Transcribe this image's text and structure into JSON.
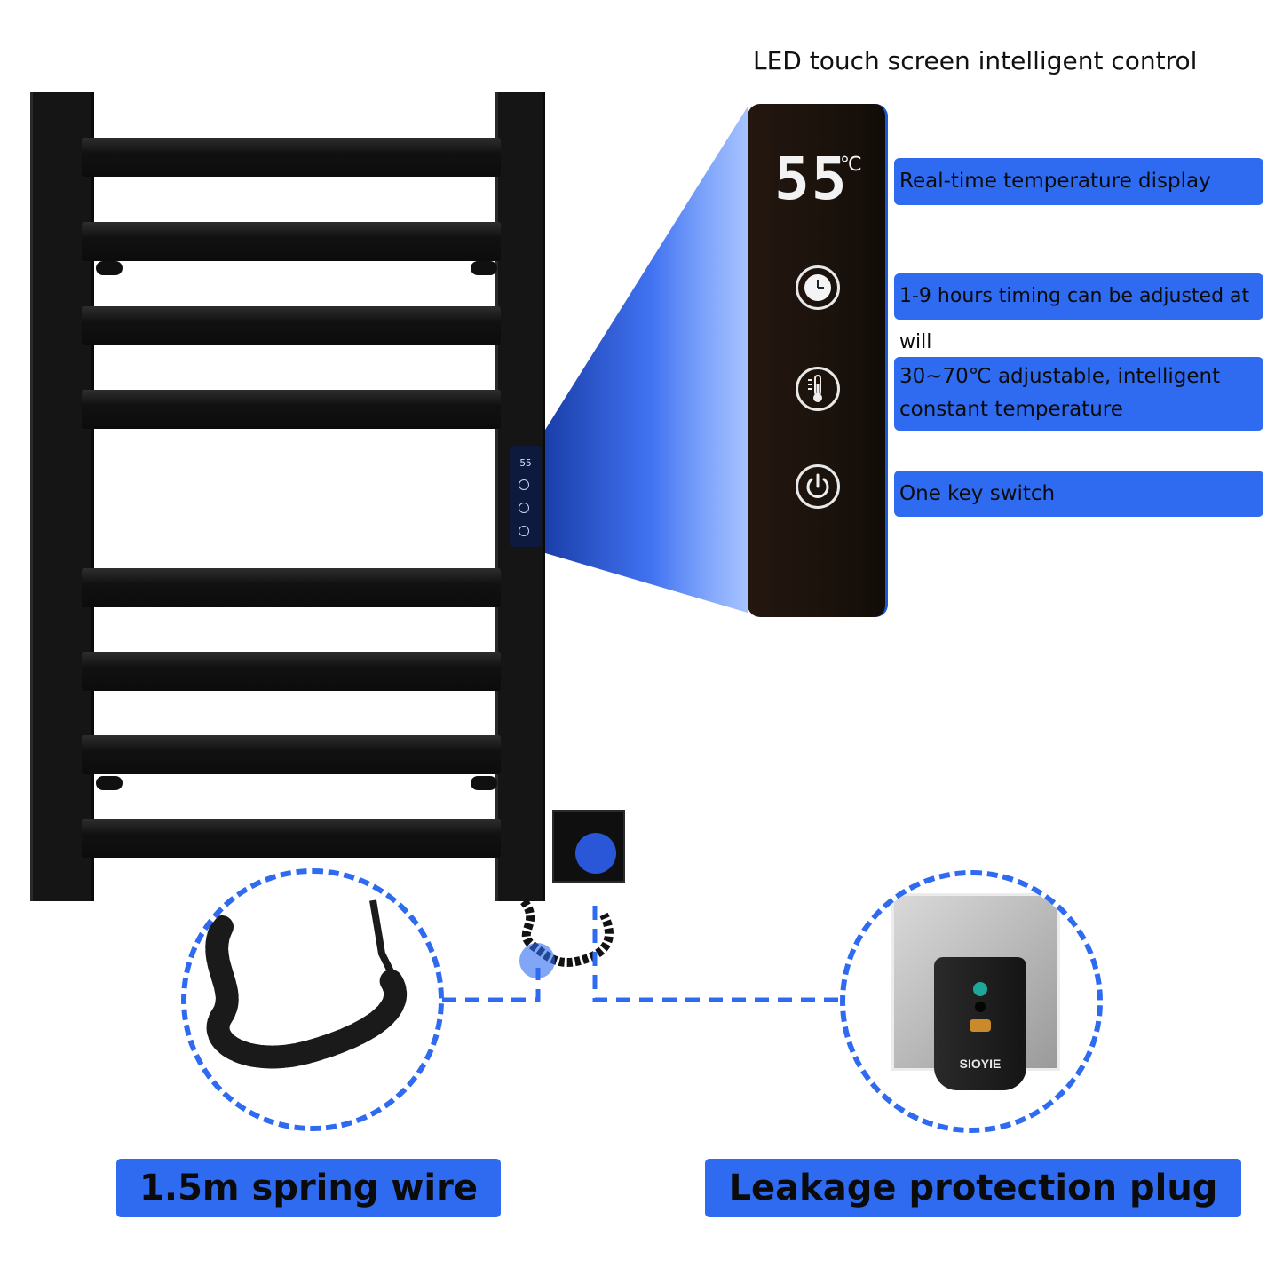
{
  "headline": "LED touch screen intelligent control",
  "panel": {
    "temperature": "55",
    "unit": "℃",
    "icons": [
      "clock-icon",
      "thermometer-icon",
      "power-icon"
    ]
  },
  "rail_display": {
    "temperature": "55"
  },
  "features": [
    {
      "text": "Real-time temperature display"
    },
    {
      "text": "1-9 hours timing can be adjusted at will"
    },
    {
      "line1": "30~70℃ adjustable, intelligent",
      "line2": "constant temperature"
    },
    {
      "text": "One key switch"
    }
  ],
  "tags": {
    "spring_wire": "1.5m spring wire",
    "leakage_plug": "Leakage protection plug"
  },
  "plug_brand": "SIOYIE",
  "colors": {
    "accent_blue": "#2f6bf0",
    "rail_black": "#151515",
    "panel_dark": "#1a120c"
  }
}
